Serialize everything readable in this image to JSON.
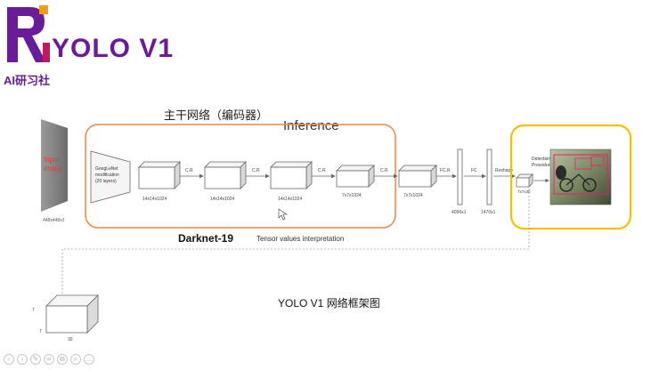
{
  "logo": {
    "title": "YOLO V1",
    "subtitle": "AI研习社",
    "colors": {
      "purple": "#6a1b9a",
      "orange": "#f39c12",
      "magenta": "#c2185b"
    }
  },
  "diagram": {
    "encoder_label": "主干网络（编码器）",
    "inference_label": "Inference",
    "backbone_label": "Darknet-19",
    "tensor_label": "Tensor values interpretation",
    "caption": "YOLO V1 网络框架图",
    "input": {
      "line1": "Input",
      "line2": "image",
      "size": "448x448x3"
    },
    "googlenet": {
      "line1": "GoogLeNet",
      "line2": "modification",
      "line3": "(20 layers)"
    },
    "blocks": [
      "14x14x1024",
      "14x14x1024",
      "14x14x1024",
      "7x7x1024",
      "7x7x1024"
    ],
    "arrows": [
      "C.R",
      "C.R",
      "C.R",
      "C.R",
      "FC.R",
      "FC",
      "Reshape"
    ],
    "fc1": "4096x1",
    "fc2": "1470x1",
    "output_block": "7x7x30",
    "detection": {
      "line1": "Detection",
      "line2": "Procedure"
    },
    "tensor_dims": {
      "left": "7",
      "bottom_left": "7",
      "bottom": "30"
    },
    "colors": {
      "encoder_box": "#e8854a",
      "detection_box": "#f2c200",
      "input_text": "#e53935",
      "dotted": "#9a9a9a"
    }
  },
  "toolbar": {
    "icons": [
      "prev-icon",
      "next-icon",
      "pen-icon",
      "link-icon",
      "copy-icon",
      "zoom-icon",
      "more-icon"
    ],
    "glyphs": [
      "‹",
      "›",
      "✎",
      "∞",
      "⧉",
      "⌕",
      "…"
    ]
  }
}
